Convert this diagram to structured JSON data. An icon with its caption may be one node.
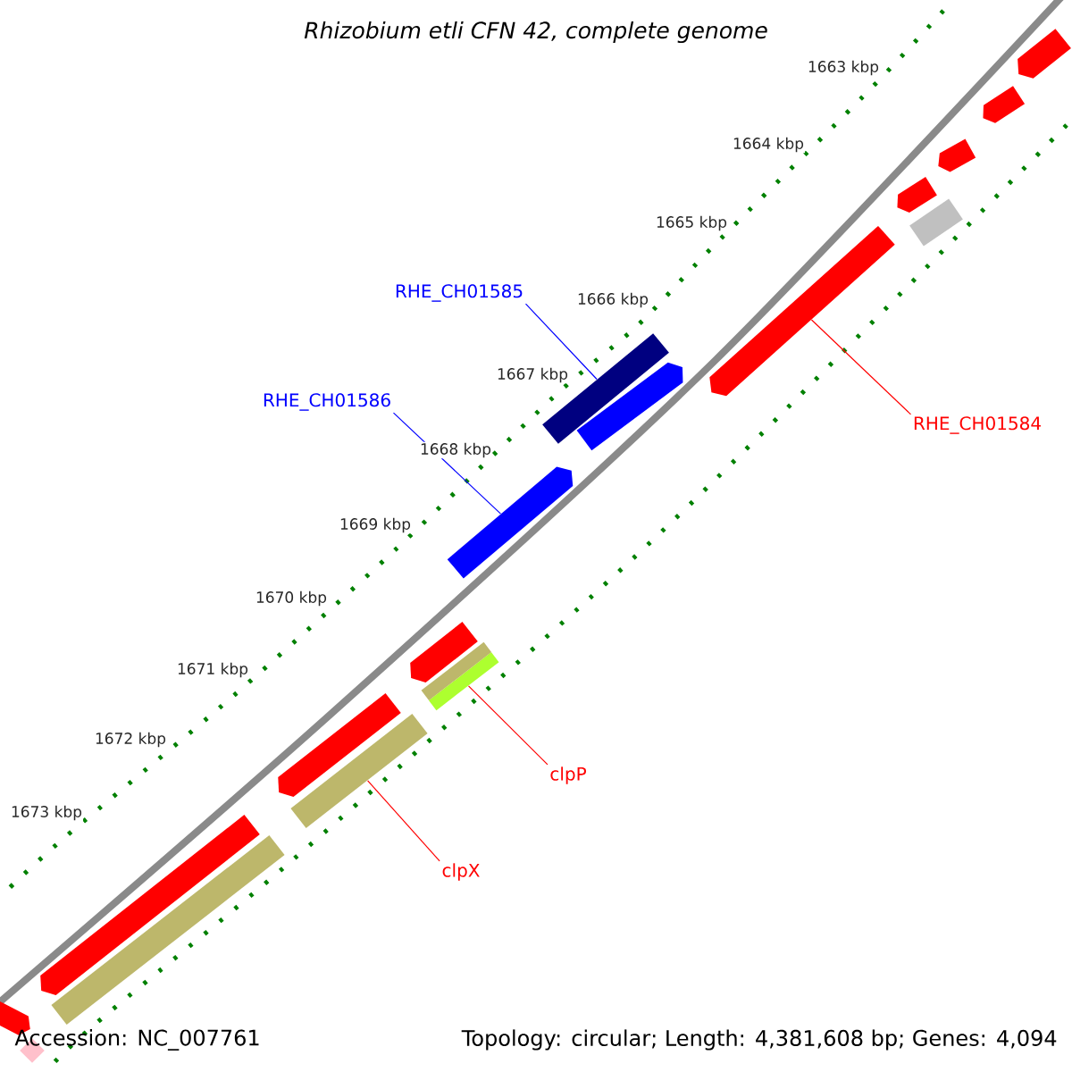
{
  "diagram": {
    "title": "Rhizobium etli CFN 42, complete genome",
    "nodes": [
      {
        "text": [
          "RHE_CH01585"
        ]
      },
      {
        "text": [],
        "shape": "bar"
      },
      {
        "text": [
          "RHE_CH01586"
        ]
      },
      {
        "text": [],
        "shape": "bar"
      },
      {
        "text": [
          "RHE_CH01584"
        ]
      },
      {
        "text": [],
        "shape": "bar"
      },
      {
        "text": [
          "clpP"
        ]
      },
      {
        "text": [],
        "shape": "bar"
      },
      {
        "text": [
          "clpX"
        ]
      },
      {
        "text": [],
        "shape": "bar"
      },
      {
        "text": [],
        "shape": "bar"
      },
      {
        "text": [],
        "shape": "bar"
      },
      {
        "text": [],
        "shape": "bar"
      },
      {
        "text": [],
        "shape": "bar"
      },
      {
        "text": [],
        "shape": "bar"
      },
      {
        "text": [],
        "shape": "bar"
      },
      {
        "text": [],
        "shape": "bar"
      },
      {
        "text": [],
        "shape": "bar"
      },
      {
        "text": [],
        "shape": "bar"
      },
      {
        "text": [],
        "shape": "bar"
      },
      {
        "text": [],
        "shape": "bar"
      },
      {
        "text": [],
        "shape": "bar"
      },
      {
        "text": [],
        "shape": "diamond"
      }
    ],
    "edges": [
      {
        "from": 0,
        "to": 1,
        "arrow": "none",
        "color": "#0000ff"
      },
      {
        "from": 2,
        "to": 3,
        "arrow": "none",
        "color": "#0000ff"
      },
      {
        "from": 4,
        "to": 5,
        "arrow": "none",
        "color": "#ff0000"
      },
      {
        "from": 6,
        "to": 7,
        "arrow": "none",
        "color": "#ff0000"
      },
      {
        "from": 8,
        "to": 9,
        "arrow": "none",
        "color": "#ff0000"
      }
    ],
    "labels": [
      "1663 kbp",
      "1664 kbp",
      "1665 kbp",
      "1666 kbp",
      "1667 kbp",
      "1668 kbp",
      "1669 kbp",
      "1670 kbp",
      "1671 kbp",
      "1672 kbp",
      "1673 kbp",
      "Accession: NC_007761",
      "Topology: circular; Length: 4,381,608 bp; Genes: 4,094"
    ]
  }
}
